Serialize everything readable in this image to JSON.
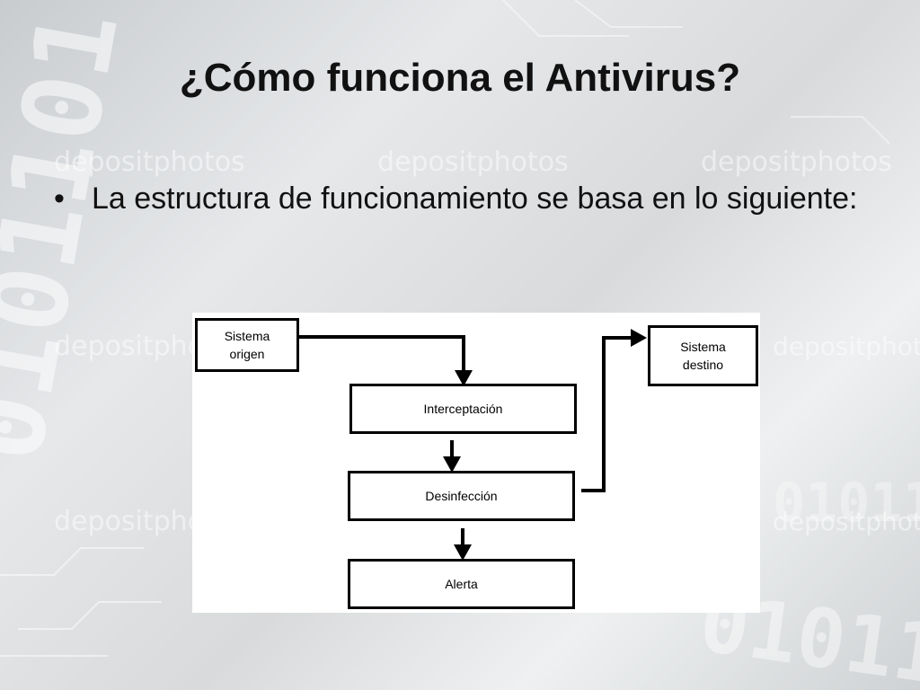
{
  "slide": {
    "title": "¿Cómo funciona el Antivirus?",
    "bullet_marker": "•",
    "bullet_text": "La estructura de funcionamiento se basa en lo siguiente:"
  },
  "diagram": {
    "nodes": {
      "source": "Sistema\norigen",
      "interception": "Interceptación",
      "disinfection": "Desinfección",
      "alert": "Alerta",
      "destination": "Sistema\ndestino"
    }
  },
  "background": {
    "watermark": "depositphotos",
    "digits": "0101101"
  }
}
